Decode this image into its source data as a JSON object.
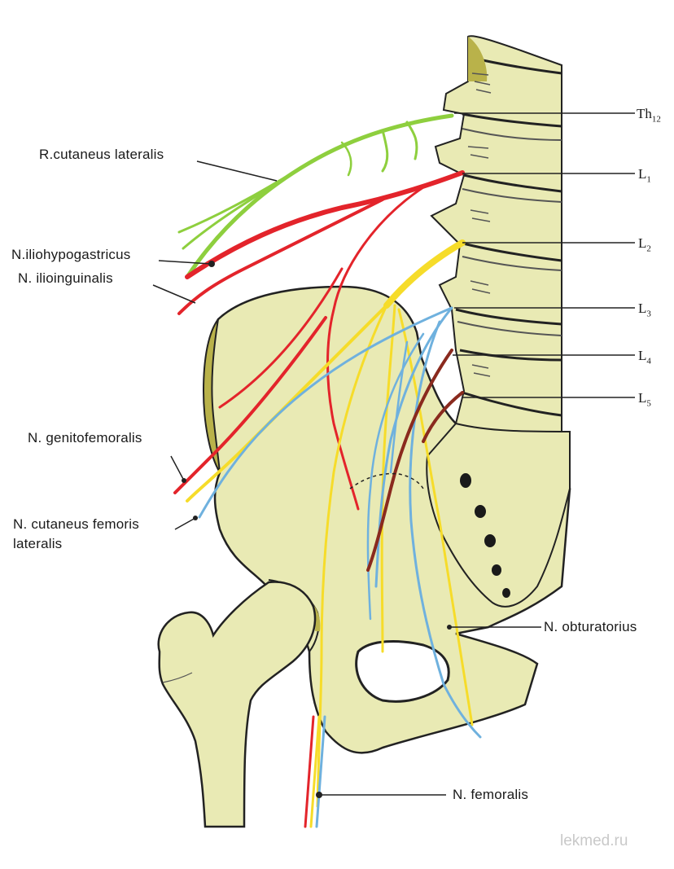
{
  "labels": {
    "r_cutaneus_lateralis": "R.cutaneus lateralis",
    "n_iliohypogastricus": "N.iliohypogastricus",
    "n_ilioinguinalis": "N. ilioinguinalis",
    "n_genitofemoralis": "N. genitofemoralis",
    "n_cutaneus_femoris_line1": "N. cutaneus femoris",
    "n_cutaneus_femoris_line2": "lateralis",
    "n_obturatorius": "N. obturatorius",
    "n_femoralis": "N. femoralis"
  },
  "levels": {
    "th12": {
      "main": "Th",
      "sub": "12"
    },
    "l1": {
      "main": "L",
      "sub": "1"
    },
    "l2": {
      "main": "L",
      "sub": "2"
    },
    "l3": {
      "main": "L",
      "sub": "3"
    },
    "l4": {
      "main": "L",
      "sub": "4"
    },
    "l5": {
      "main": "L",
      "sub": "5"
    }
  },
  "watermark": "lekmed.ru",
  "colors": {
    "bone": "#e9eab4",
    "bone_dark": "#b9b24a",
    "green_nerve": "#8ecf3e",
    "red_nerve": "#e3242b",
    "yellow_nerve": "#f6dc2a",
    "blue_nerve": "#6fb1de",
    "brown_nerve": "#8a2a1e",
    "outline": "#222222"
  }
}
